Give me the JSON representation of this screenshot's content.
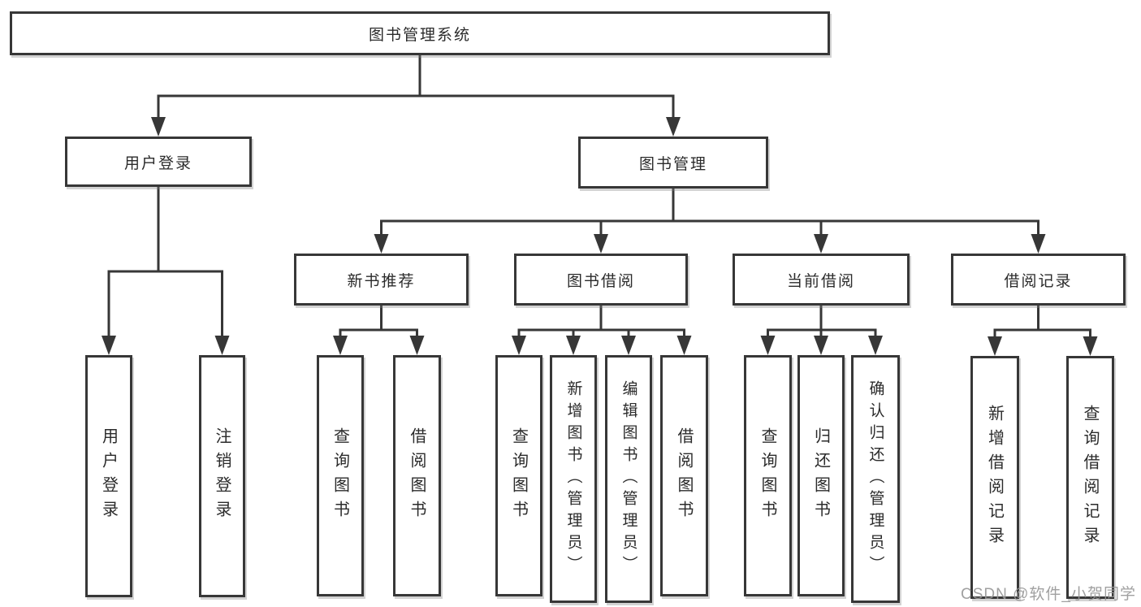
{
  "diagram": {
    "title": "图书管理系统",
    "nodes": [
      {
        "id": "root",
        "label": "图书管理系统",
        "parent": null
      },
      {
        "id": "user-login",
        "label": "用户登录",
        "parent": "root"
      },
      {
        "id": "book-mgmt",
        "label": "图书管理",
        "parent": "root"
      },
      {
        "id": "new-book-rec",
        "label": "新书推荐",
        "parent": "book-mgmt"
      },
      {
        "id": "book-borrow",
        "label": "图书借阅",
        "parent": "book-mgmt"
      },
      {
        "id": "current-borrow",
        "label": "当前借阅",
        "parent": "book-mgmt"
      },
      {
        "id": "borrow-record",
        "label": "借阅记录",
        "parent": "book-mgmt"
      },
      {
        "id": "login-action",
        "label": "用户登录",
        "parent": "user-login"
      },
      {
        "id": "logout-action",
        "label": "注销登录",
        "parent": "user-login"
      },
      {
        "id": "rec-query-book",
        "label": "查询图书",
        "parent": "new-book-rec"
      },
      {
        "id": "rec-borrow-book",
        "label": "借阅图书",
        "parent": "new-book-rec"
      },
      {
        "id": "bb-query-book",
        "label": "查询图书",
        "parent": "book-borrow"
      },
      {
        "id": "bb-add-book",
        "label": "新增图书（管理员）",
        "parent": "book-borrow"
      },
      {
        "id": "bb-edit-book",
        "label": "编辑图书（管理员）",
        "parent": "book-borrow"
      },
      {
        "id": "bb-borrow-book",
        "label": "借阅图书",
        "parent": "book-borrow"
      },
      {
        "id": "cb-query-book",
        "label": "查询图书",
        "parent": "current-borrow"
      },
      {
        "id": "cb-return-book",
        "label": "归还图书",
        "parent": "current-borrow"
      },
      {
        "id": "cb-confirm-return",
        "label": "确认归还（管理员）",
        "parent": "current-borrow"
      },
      {
        "id": "br-add-record",
        "label": "新增借阅记录",
        "parent": "borrow-record"
      },
      {
        "id": "br-query-record",
        "label": "查询借阅记录",
        "parent": "borrow-record"
      }
    ],
    "line_color": "#373737",
    "box_background": "#ffffff",
    "text_color": "#2b2b2b"
  },
  "watermark": {
    "text": "CSDN @软件_小贺同学",
    "color": "#969696"
  }
}
